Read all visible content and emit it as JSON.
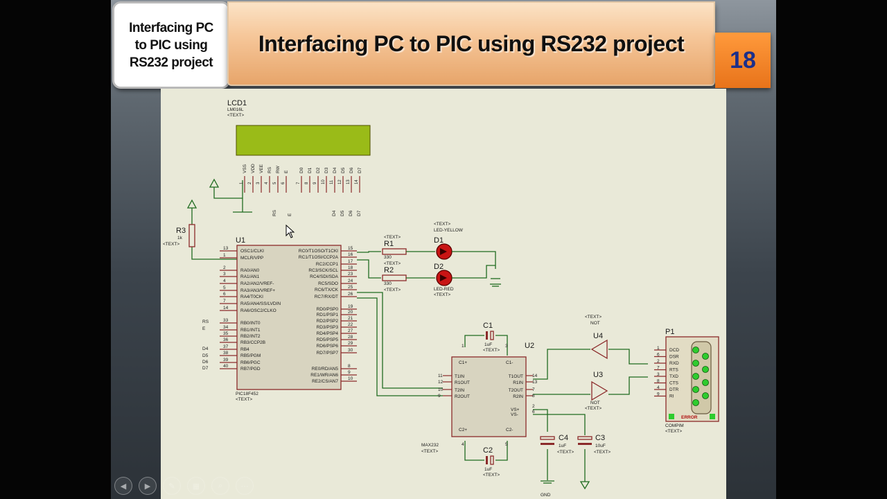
{
  "slide": {
    "label_box": "Interfacing PC\nto PIC using\nRS232 project",
    "title": "Interfacing PC to PIC using RS232 project",
    "page_number": "18"
  },
  "colors": {
    "wire": "#1f6b1f",
    "component": "#8b2a2a",
    "chip_fill": "#d8d4c0",
    "lcd": "#9abb18",
    "led_on": "#c81414",
    "connector_pin": "#2ecc2e"
  },
  "schematic": {
    "lcd": {
      "ref": "LCD1",
      "part": "LM016L",
      "text": "<TEXT>",
      "pin_names": [
        "VSS",
        "VDD",
        "VEE",
        "RS",
        "RW",
        "E",
        "D0",
        "D1",
        "D2",
        "D3",
        "D4",
        "D5",
        "D6",
        "D7"
      ],
      "bottom_labels": [
        "RS",
        "E",
        "D4",
        "D5",
        "D6",
        "D7"
      ]
    },
    "r3": {
      "ref": "R3",
      "value": "1k",
      "text": "<TEXT>"
    },
    "u1": {
      "ref": "U1",
      "part": "PIC18F452",
      "text": "<TEXT>",
      "left_pins": [
        {
          "num": "13",
          "name": "OSC1/CLKI"
        },
        {
          "num": "1",
          "name": "MCLR/VPP"
        },
        {
          "num": "2",
          "name": "RA0/AN0"
        },
        {
          "num": "3",
          "name": "RA1/AN1"
        },
        {
          "num": "4",
          "name": "RA2/AN2/VREF-"
        },
        {
          "num": "5",
          "name": "RA3/AN3/VREF+"
        },
        {
          "num": "6",
          "name": "RA4/T0CKI"
        },
        {
          "num": "7",
          "name": "RA5/AN4/SS/LVDIN"
        },
        {
          "num": "14",
          "name": "RA6/OSC2/CLKO"
        },
        {
          "num": "33",
          "name": "RB0/INT0"
        },
        {
          "num": "34",
          "name": "RB1/INT1"
        },
        {
          "num": "35",
          "name": "RB2/INT2"
        },
        {
          "num": "36",
          "name": "RB3/CCP2B"
        },
        {
          "num": "37",
          "name": "RB4"
        },
        {
          "num": "38",
          "name": "RB5/PGM"
        },
        {
          "num": "39",
          "name": "RB6/PGC"
        },
        {
          "num": "40",
          "name": "RB7/PGD"
        }
      ],
      "right_pins": [
        {
          "num": "15",
          "name": "RC0/T1OSO/T1CKI"
        },
        {
          "num": "16",
          "name": "RC1/T1OSI/CCP2A"
        },
        {
          "num": "17",
          "name": "RC2/CCP1"
        },
        {
          "num": "18",
          "name": "RC3/SCK/SCL"
        },
        {
          "num": "23",
          "name": "RC4/SDI/SDA"
        },
        {
          "num": "24",
          "name": "RC5/SDO"
        },
        {
          "num": "25",
          "name": "RC6/TX/CK"
        },
        {
          "num": "26",
          "name": "RC7/RX/DT"
        },
        {
          "num": "19",
          "name": "RD0/PSP0"
        },
        {
          "num": "20",
          "name": "RD1/PSP1"
        },
        {
          "num": "21",
          "name": "RD2/PSP2"
        },
        {
          "num": "22",
          "name": "RD3/PSP3"
        },
        {
          "num": "27",
          "name": "RD4/PSP4"
        },
        {
          "num": "28",
          "name": "RD5/PSP5"
        },
        {
          "num": "29",
          "name": "RD6/PSP6"
        },
        {
          "num": "30",
          "name": "RD7/PSP7"
        },
        {
          "num": "8",
          "name": "RE0/RD/AN5"
        },
        {
          "num": "9",
          "name": "RE1/WR/AN6"
        },
        {
          "num": "10",
          "name": "RE2/CS/AN7"
        }
      ],
      "left_net_labels": [
        "RS",
        "E",
        "D4",
        "D5",
        "D6",
        "D7"
      ]
    },
    "r1": {
      "ref": "R1",
      "value": "330",
      "text": "<TEXT>"
    },
    "r2": {
      "ref": "R2",
      "value": "330",
      "text": "<TEXT>"
    },
    "d1": {
      "ref": "D1",
      "part": "LED-YELLOW",
      "text": "<TEXT>"
    },
    "d2": {
      "ref": "D2",
      "part": "LED-RED",
      "text": "<TEXT>"
    },
    "c1": {
      "ref": "C1",
      "value": "1uF",
      "text": "<TEXT>"
    },
    "c2": {
      "ref": "C2",
      "value": "1uF",
      "text": "<TEXT>"
    },
    "c3": {
      "ref": "C3",
      "value": "10uF",
      "text": "<TEXT>"
    },
    "c4": {
      "ref": "C4",
      "value": "1uF",
      "text": "<TEXT>"
    },
    "u2": {
      "ref": "U2",
      "part": "MAX232",
      "text": "<TEXT>",
      "left_pins": [
        {
          "num": "11",
          "name": "T1IN"
        },
        {
          "num": "12",
          "name": "R1OUT"
        },
        {
          "num": "10",
          "name": "T2IN"
        },
        {
          "num": "9",
          "name": "R2OUT"
        }
      ],
      "right_pins": [
        {
          "num": "14",
          "name": "T1OUT"
        },
        {
          "num": "13",
          "name": "R1IN"
        },
        {
          "num": "7",
          "name": "T2OUT"
        },
        {
          "num": "8",
          "name": "R2IN"
        }
      ],
      "top_labels": [
        "C1+",
        "C1-"
      ],
      "bottom_labels": [
        "C2+",
        "C2-"
      ],
      "vs_labels": [
        "VS+",
        "VS-"
      ],
      "pin_numbers": {
        "c1p": "1",
        "c1m": "3",
        "c2p": "4",
        "c2m": "5",
        "vsp": "2",
        "vsm": "6"
      }
    },
    "u3": {
      "ref": "U3",
      "part": "NOT",
      "text": "<TEXT>"
    },
    "u4": {
      "ref": "U4",
      "part": "NOT",
      "text": "<TEXT>"
    },
    "p1": {
      "ref": "P1",
      "part": "COMPIM",
      "text": "<TEXT>",
      "status": "ERROR",
      "pins": [
        {
          "num": "1",
          "name": "DCD"
        },
        {
          "num": "6",
          "name": "DSR"
        },
        {
          "num": "2",
          "name": "RXD"
        },
        {
          "num": "7",
          "name": "RTS"
        },
        {
          "num": "3",
          "name": "TXD"
        },
        {
          "num": "8",
          "name": "CTS"
        },
        {
          "num": "4",
          "name": "DTR"
        },
        {
          "num": "9",
          "name": "RI"
        }
      ]
    },
    "gnd_label": "GND"
  }
}
